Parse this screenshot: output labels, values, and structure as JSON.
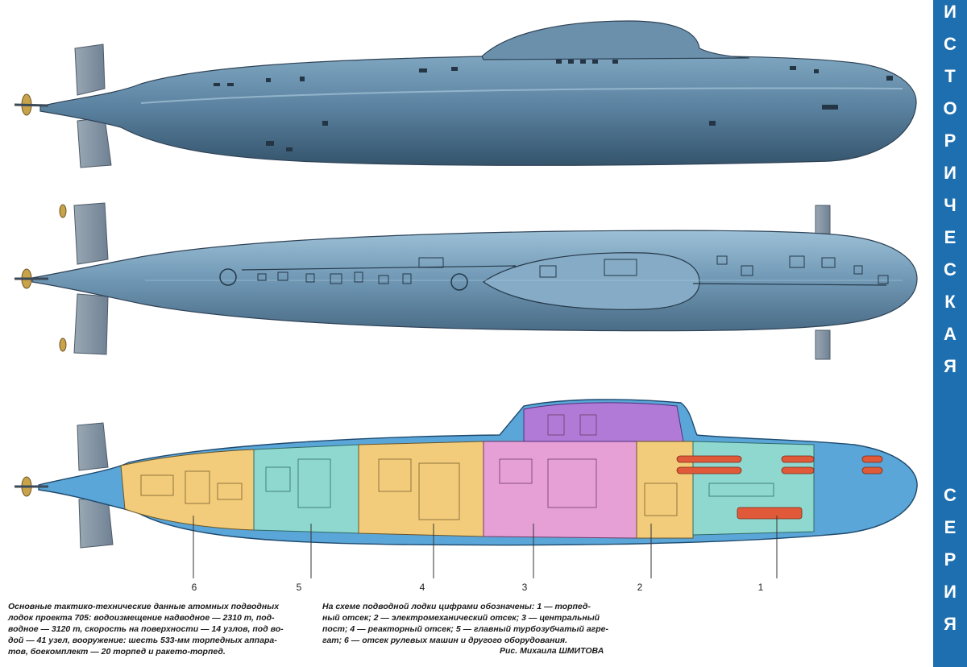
{
  "series_label": [
    "И",
    "С",
    "Т",
    "О",
    "Р",
    "И",
    "Ч",
    "Е",
    "С",
    "К",
    "А",
    "Я",
    "С",
    "Е",
    "Р",
    "И",
    "Я"
  ],
  "compartment_numbers": [
    "6",
    "5",
    "4",
    "3",
    "2",
    "1"
  ],
  "specs_caption": [
    "Основные тактико-технические данные атомных подводных",
    "лодок проекта 705: водоизмещение надводное — 2310 т, под-",
    "водное — 3120 т, скорость на поверхности — 14 узлов, под во-",
    "дой — 41 узел, вооружение: шесть 533-мм торпедных аппара-",
    "тов, боекомплект — 20 торпед и ракето-торпед."
  ],
  "legend_caption": [
    "На схеме подводной лодки цифрами обозначены: 1 — торпед-",
    "ный отсек; 2 — электромеханический отсек; 3 — центральный",
    "пост; 4 — реакторный отсек; 5 — главный турбозубчатый агре-",
    "гат; 6 — отсек рулевых машин и другого оборудования."
  ],
  "credit": "Рис. Михаила ШМИТОВА",
  "colors": {
    "band": "#1e6fb0",
    "hull_dark": "#3f5f78",
    "hull_light": "#8eb4cc",
    "cutaway_hull": "#5aa6d8",
    "comp_6": "#f2cc7a",
    "comp_5": "#8fd8cf",
    "comp_4": "#f2cc7a",
    "comp_3": "#e6a0d6",
    "comp_2": "#f2cc7a",
    "comp_1": "#8fd8cf",
    "sail_cut": "#b07ad6",
    "torpedo": "#e05a3a"
  }
}
